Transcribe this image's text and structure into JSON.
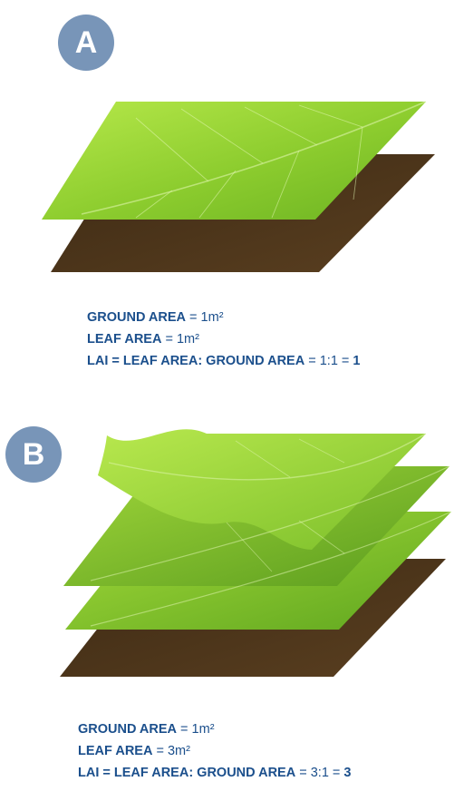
{
  "panel_a": {
    "label": "A",
    "lines": [
      {
        "bold": "GROUND AREA",
        "rest": " = 1m²",
        "tail": ""
      },
      {
        "bold": "LEAF AREA",
        "rest": " = 1m²",
        "tail": ""
      },
      {
        "bold": "LAI = LEAF AREA: GROUND AREA",
        "rest": " = 1:1 = ",
        "tail": "1"
      }
    ]
  },
  "panel_b": {
    "label": "B",
    "lines": [
      {
        "bold": "GROUND AREA",
        "rest": " = 1m²",
        "tail": ""
      },
      {
        "bold": "LEAF AREA",
        "rest": " = 3m²",
        "tail": ""
      },
      {
        "bold": "LAI = LEAF AREA: GROUND AREA",
        "rest": " = 3:1 = ",
        "tail": "3"
      }
    ]
  },
  "colors": {
    "badge": "#7895b8",
    "text": "#1b4f8c",
    "soil": "#4a331a",
    "leaf_light": "#a4dd3c",
    "leaf_dark": "#5fa61f"
  }
}
